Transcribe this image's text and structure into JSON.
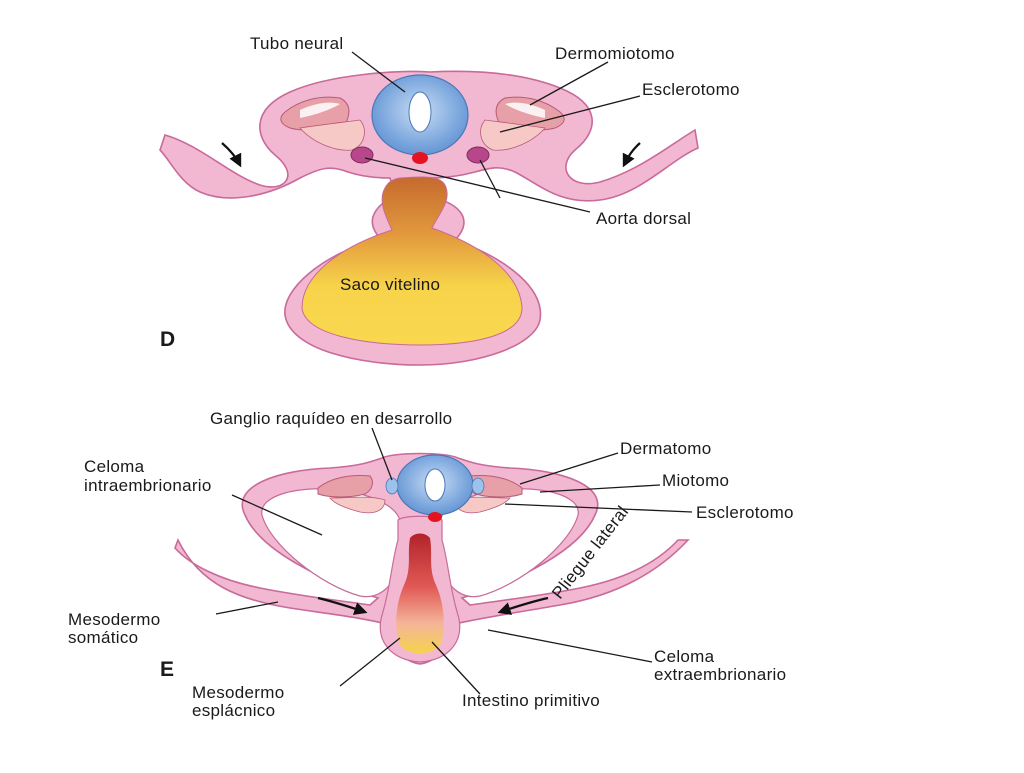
{
  "panel_d": {
    "letter": "D",
    "labels": {
      "tubo_neural": "Tubo neural",
      "dermomiotomo": "Dermomiotomo",
      "esclerotomo": "Esclerotomo",
      "aorta_dorsal": "Aorta dorsal",
      "saco_vitelino": "Saco vitelino"
    }
  },
  "panel_e": {
    "letter": "E",
    "labels": {
      "ganglio": "Ganglio raquídeo en desarrollo",
      "celoma_intra_1": "Celoma",
      "celoma_intra_2": "intraembrionario",
      "dermatomo": "Dermatomo",
      "miotomo": "Miotomo",
      "esclerotomo": "Esclerotomo",
      "pliegue_lateral": "Pliegue lateral",
      "mesodermo_somatico_1": "Mesodermo",
      "mesodermo_somatico_2": "somático",
      "mesodermo_esplacnico_1": "Mesodermo",
      "mesodermo_esplacnico_2": "esplácnico",
      "celoma_extra_1": "Celoma",
      "celoma_extra_2": "extraembrionario",
      "intestino": "Intestino primitivo"
    }
  },
  "colors": {
    "tissue_pink": "#f2b8d2",
    "tissue_outline": "#c86a9a",
    "neural_blue": "#7aa6dd",
    "somite_red": "#e7a0a8",
    "aorta_purple": "#b8468a",
    "notochord_red": "#e3131f",
    "yolk_yellow": "#f7d34a",
    "yolk_orange": "#d2813a"
  }
}
